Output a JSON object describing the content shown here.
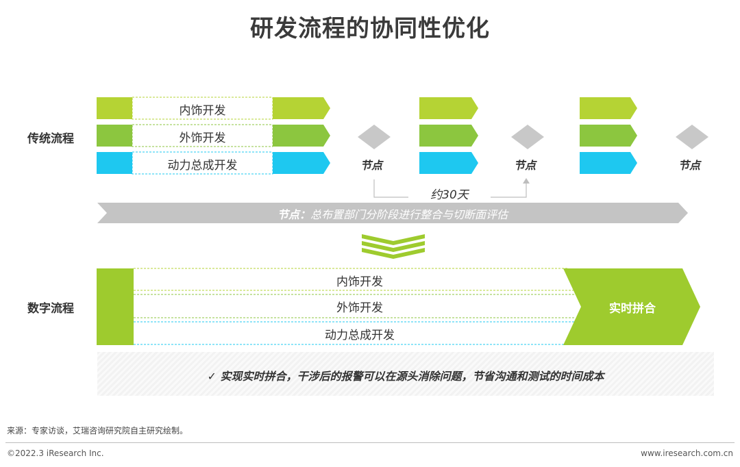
{
  "title": "研发流程的协同性优化",
  "traditional": {
    "label": "传统流程",
    "lanes": [
      "内饰开发",
      "外饰开发",
      "动力总成开发"
    ],
    "node_label": "节点",
    "interval_label": "约30天",
    "banner_prefix": "节点：",
    "banner_text": "总布置部门分阶段进行整合与切断面评估"
  },
  "digital": {
    "label": "数字流程",
    "lanes": [
      "内饰开发",
      "外饰开发",
      "动力总成开发"
    ],
    "result_label": "实时拼合"
  },
  "note": {
    "check": "✓",
    "text": "实现实时拼合，干涉后的报警可以在源头消除问题，节省沟通和测试的时间成本"
  },
  "source": "来源：专家访谈，艾瑞咨询研究院自主研究绘制。",
  "copyright": "©2022.3 iResearch Inc.",
  "website": "www.iresearch.com.cn",
  "colors": {
    "lime": "#b5d334",
    "green": "#8cc63f",
    "cyan": "#1ec8f0",
    "gray_node": "#c8c8c8",
    "gray_banner": "#c4c4c4",
    "digital_green": "#9ecb2e"
  }
}
